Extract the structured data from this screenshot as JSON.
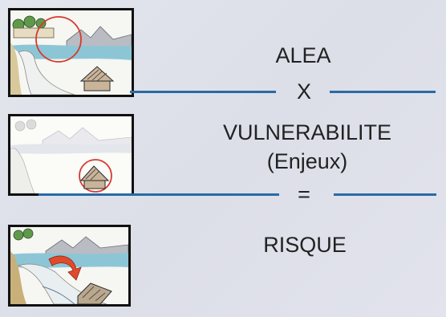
{
  "rows": {
    "hazard": {
      "label": "ALEA"
    },
    "vulnerability": {
      "label": "VULNERABILITE",
      "sublabel": "(Enjeux)"
    },
    "risk": {
      "label": "RISQUE"
    }
  },
  "operators": {
    "multiply": "X",
    "equals": "="
  },
  "colors": {
    "rule": "#2a6aa4",
    "highlight_circle": "#d63a2f",
    "arrow": "#e04a2a"
  }
}
